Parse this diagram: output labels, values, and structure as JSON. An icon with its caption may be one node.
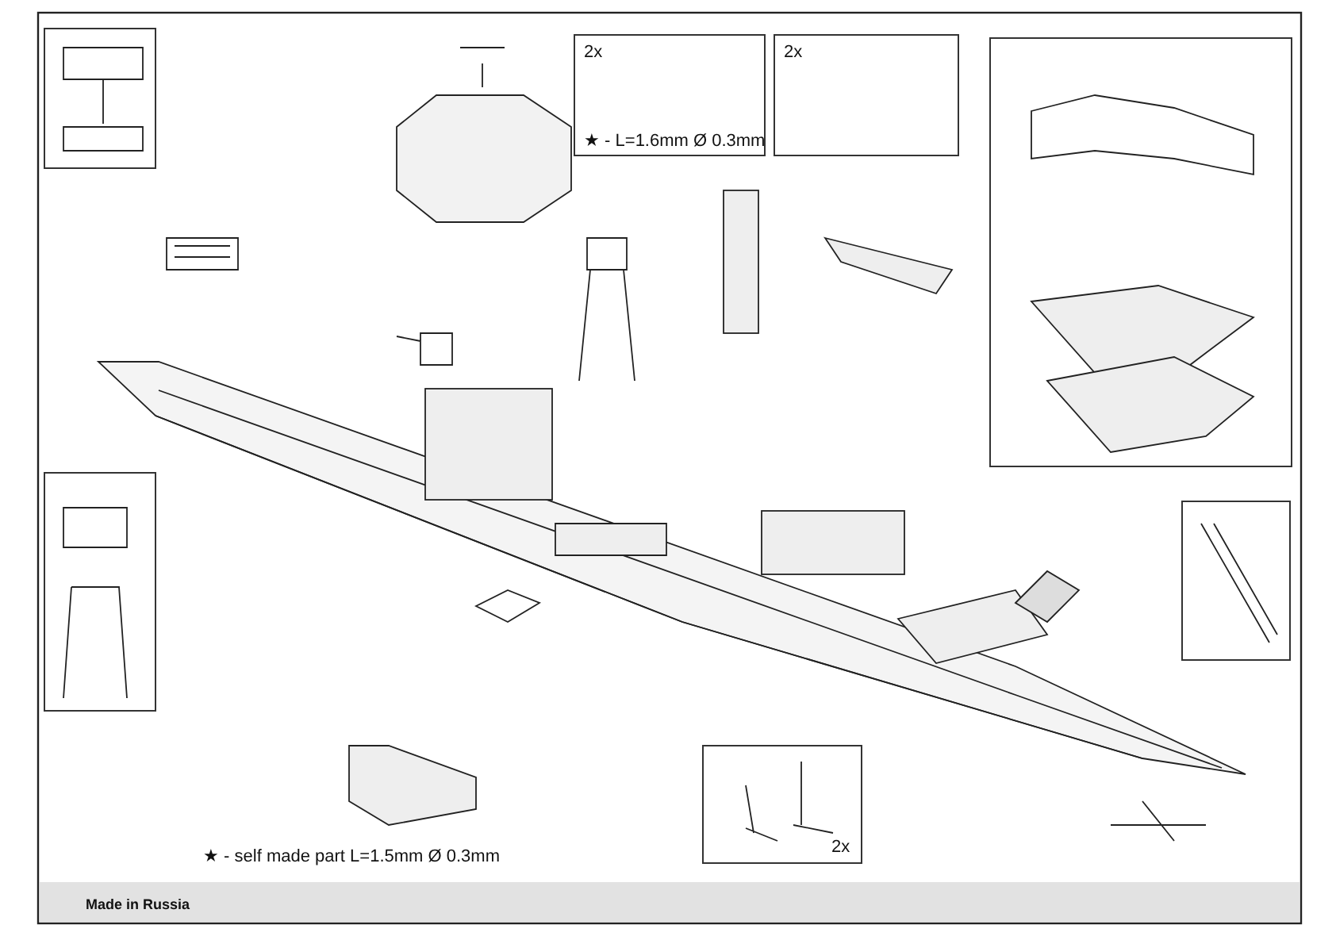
{
  "diagram": {
    "labels": [
      "2x",
      "★ - L=1.6mm Ø 0.3mm",
      "2x",
      "2x",
      "★ - self made part L=1.5mm Ø 0.3mm",
      "Made in Russia"
    ]
  }
}
